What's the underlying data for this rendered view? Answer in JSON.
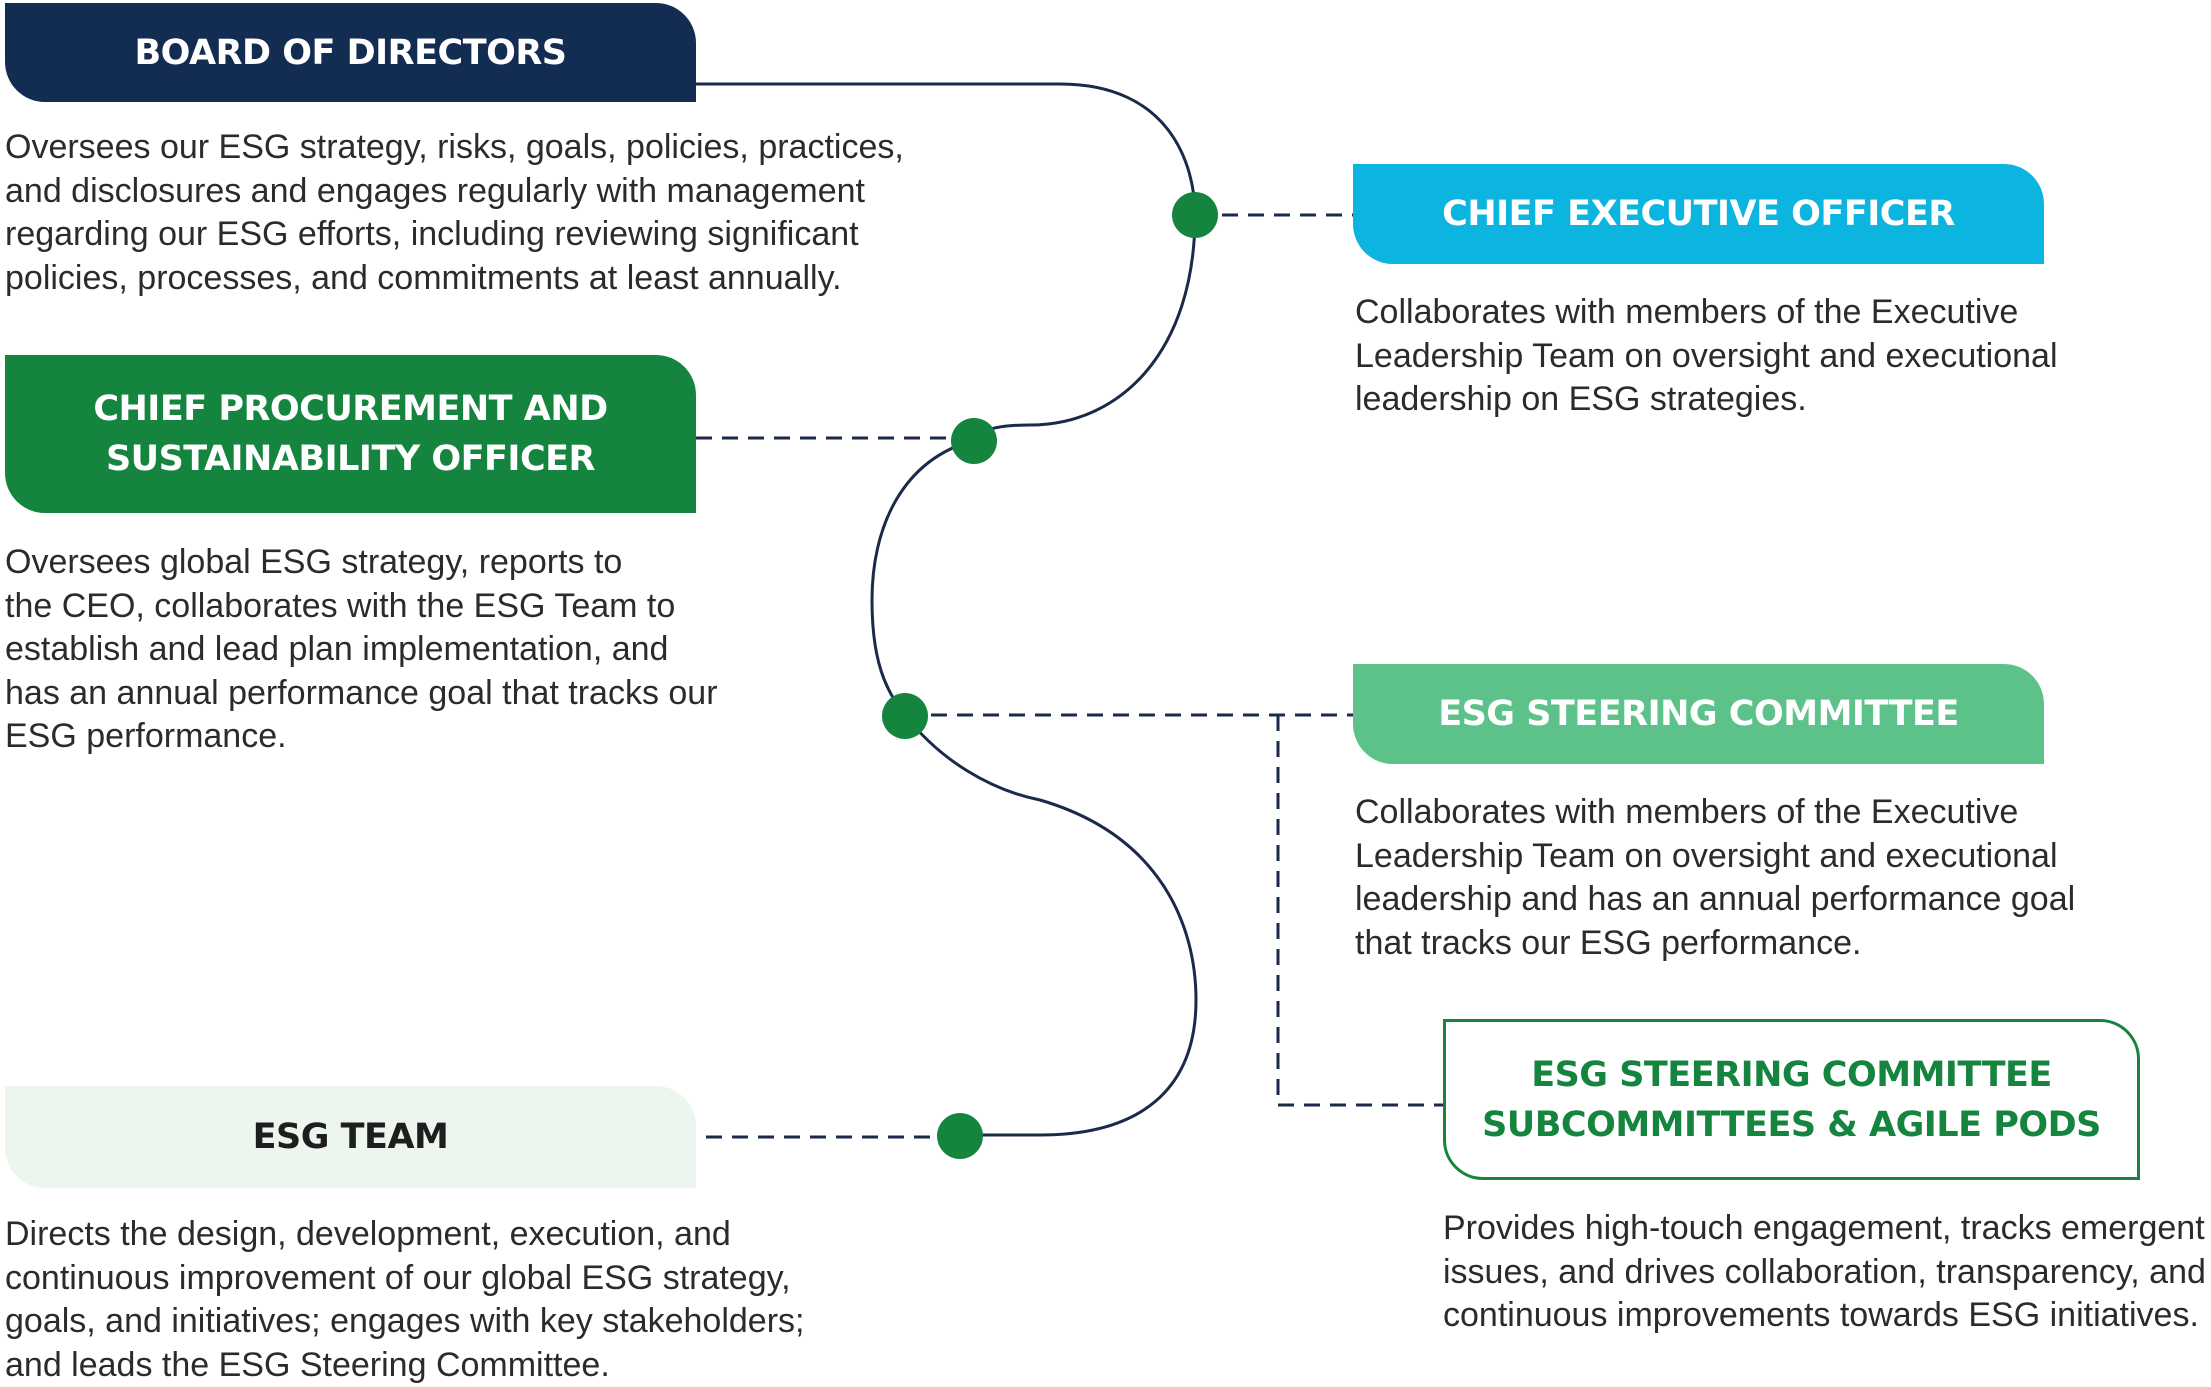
{
  "nodes": {
    "board": {
      "title": "BOARD OF DIRECTORS",
      "description": [
        "Oversees our ESG strategy, risks, goals, policies, practices,",
        "and disclosures and engages regularly with management",
        "regarding our ESG efforts, including reviewing significant",
        "policies, processes, and commitments at least annually."
      ]
    },
    "ceo": {
      "title": "CHIEF EXECUTIVE OFFICER",
      "description": [
        "Collaborates with members of the Executive",
        "Leadership Team on oversight and executional",
        "leadership on ESG strategies."
      ]
    },
    "cpso": {
      "title_lines": [
        "CHIEF PROCUREMENT AND",
        "SUSTAINABILITY OFFICER"
      ],
      "description": [
        "Oversees global ESG strategy, reports to",
        "the CEO, collaborates with the ESG Team to",
        "establish and lead plan implementation, and",
        "has an annual performance goal that tracks our",
        "ESG performance."
      ]
    },
    "steering": {
      "title": "ESG STEERING COMMITTEE",
      "description": [
        "Collaborates with members of the Executive",
        "Leadership Team on oversight and executional",
        "leadership and has an annual performance goal",
        "that tracks our ESG performance."
      ]
    },
    "esg_team": {
      "title": "ESG TEAM",
      "description": [
        "Directs the design, development, execution, and",
        "continuous improvement of our global ESG strategy,",
        "goals, and initiatives; engages with key stakeholders;",
        "and leads the ESG Steering Committee."
      ]
    },
    "subcommittees": {
      "title_lines": [
        "ESG STEERING COMMITTEE",
        "SUBCOMMITTEES & AGILE PODS"
      ],
      "description": [
        "Provides high-touch engagement, tracks emergent",
        "issues, and drives collaboration, transparency, and",
        "continuous improvements towards ESG initiatives."
      ]
    }
  },
  "colors": {
    "board": "#132c52",
    "ceo": "#0cb4e0",
    "cpso": "#15843e",
    "steering": "#5cc28a",
    "esg_team": "#ecf6ef",
    "subcommittees_border": "#15843e",
    "connector_line": "#1b2a4a",
    "node_dot": "#15843e"
  }
}
